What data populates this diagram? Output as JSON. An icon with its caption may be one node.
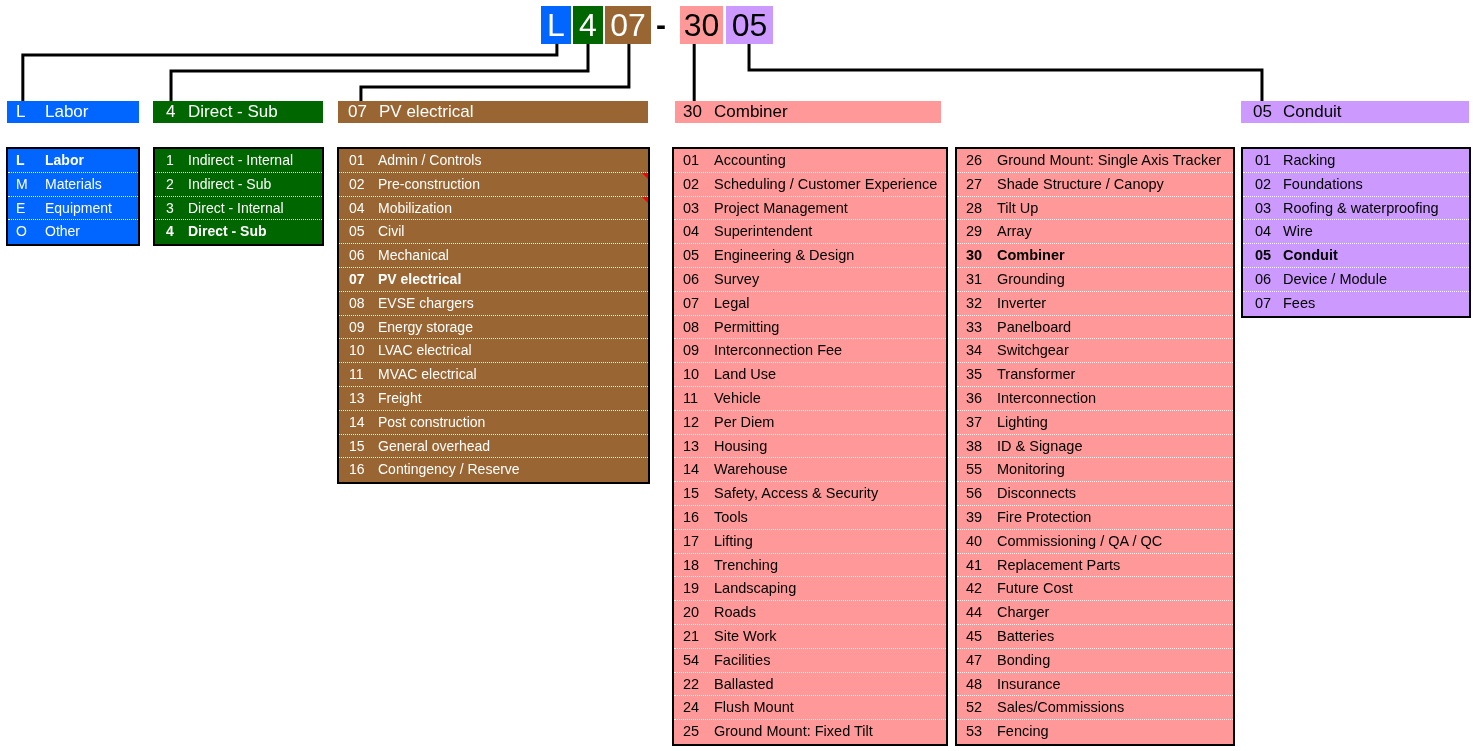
{
  "diagram": {
    "nodes": [
      {
        "text": [
          "L"
        ]
      },
      {
        "text": [
          "4"
        ]
      },
      {
        "text": [
          "07"
        ]
      },
      {
        "text": [
          "30"
        ]
      },
      {
        "text": [
          "05"
        ]
      },
      {
        "text": [
          "L",
          "Labor"
        ]
      },
      {
        "text": [
          "4",
          "Direct - Sub"
        ]
      },
      {
        "text": [
          "07",
          "PV electrical"
        ]
      },
      {
        "text": [
          "30",
          "Combiner"
        ]
      },
      {
        "text": [
          "05",
          "Conduit"
        ]
      },
      {
        "text": [],
        "shape": "box"
      },
      {
        "text": [
          "L",
          "Labor"
        ],
        "in": 10
      },
      {
        "text": [
          "M",
          "Materials"
        ],
        "in": 10
      },
      {
        "text": [
          "E",
          "Equipment"
        ],
        "in": 10
      },
      {
        "text": [
          "O",
          "Other"
        ],
        "in": 10
      },
      {
        "text": [],
        "shape": "box"
      },
      {
        "text": [
          "1",
          "Indirect - Internal"
        ],
        "in": 15
      },
      {
        "text": [
          "2",
          "Indirect - Sub"
        ],
        "in": 15
      },
      {
        "text": [
          "3",
          "Direct - Internal"
        ],
        "in": 15
      },
      {
        "text": [
          "4",
          "Direct - Sub"
        ],
        "in": 15
      },
      {
        "text": [],
        "shape": "box"
      },
      {
        "text": [
          "01",
          "Admin / Controls"
        ],
        "in": 20
      },
      {
        "text": [
          "02",
          "Pre-construction"
        ],
        "in": 20
      },
      {
        "text": [
          "04",
          "Mobilization"
        ],
        "in": 20
      },
      {
        "text": [
          "05",
          "Civil"
        ],
        "in": 20
      },
      {
        "text": [
          "06",
          "Mechanical"
        ],
        "in": 20
      },
      {
        "text": [
          "07",
          "PV electrical"
        ],
        "in": 20
      },
      {
        "text": [
          "08",
          "EVSE chargers"
        ],
        "in": 20
      },
      {
        "text": [
          "09",
          "Energy storage"
        ],
        "in": 20
      },
      {
        "text": [
          "10",
          "LVAC electrical"
        ],
        "in": 20
      },
      {
        "text": [
          "11",
          "MVAC electrical"
        ],
        "in": 20
      },
      {
        "text": [
          "13",
          "Freight"
        ],
        "in": 20
      },
      {
        "text": [
          "14",
          "Post construction"
        ],
        "in": 20
      },
      {
        "text": [
          "15",
          "General overhead"
        ],
        "in": 20
      },
      {
        "text": [
          "16",
          "Contingency / Reserve"
        ],
        "in": 20
      },
      {
        "text": [],
        "shape": "box"
      },
      {
        "text": [
          "01",
          "Accounting"
        ],
        "in": 35
      },
      {
        "text": [
          "02",
          "Scheduling / Customer Experience"
        ],
        "in": 35
      },
      {
        "text": [
          "03",
          "Project Management"
        ],
        "in": 35
      },
      {
        "text": [
          "04",
          "Superintendent"
        ],
        "in": 35
      },
      {
        "text": [
          "05",
          "Engineering & Design"
        ],
        "in": 35
      },
      {
        "text": [
          "06",
          "Survey"
        ],
        "in": 35
      },
      {
        "text": [
          "07",
          "Legal"
        ],
        "in": 35
      },
      {
        "text": [
          "08",
          "Permitting"
        ],
        "in": 35
      },
      {
        "text": [
          "09",
          "Interconnection Fee"
        ],
        "in": 35
      },
      {
        "text": [
          "10",
          "Land Use"
        ],
        "in": 35
      },
      {
        "text": [
          "11",
          "Vehicle"
        ],
        "in": 35
      },
      {
        "text": [
          "12",
          "Per Diem"
        ],
        "in": 35
      },
      {
        "text": [
          "13",
          "Housing"
        ],
        "in": 35
      },
      {
        "text": [
          "14",
          "Warehouse"
        ],
        "in": 35
      },
      {
        "text": [
          "15",
          "Safety, Access & Security"
        ],
        "in": 35
      },
      {
        "text": [
          "16",
          "Tools"
        ],
        "in": 35
      },
      {
        "text": [
          "17",
          "Lifting"
        ],
        "in": 35
      },
      {
        "text": [
          "18",
          "Trenching"
        ],
        "in": 35
      },
      {
        "text": [
          "19",
          "Landscaping"
        ],
        "in": 35
      },
      {
        "text": [
          "20",
          "Roads"
        ],
        "in": 35
      },
      {
        "text": [
          "21",
          "Site Work"
        ],
        "in": 35
      },
      {
        "text": [
          "54",
          "Facilities"
        ],
        "in": 35
      },
      {
        "text": [
          "22",
          "Ballasted"
        ],
        "in": 35
      },
      {
        "text": [
          "24",
          "Flush Mount"
        ],
        "in": 35
      },
      {
        "text": [
          "25",
          "Ground Mount: Fixed Tilt"
        ],
        "in": 35
      },
      {
        "text": [],
        "shape": "box"
      },
      {
        "text": [
          "26",
          "Ground Mount: Single Axis Tracker"
        ],
        "in": 61
      },
      {
        "text": [
          "27",
          "Shade Structure / Canopy"
        ],
        "in": 61
      },
      {
        "text": [
          "28",
          "Tilt Up"
        ],
        "in": 61
      },
      {
        "text": [
          "29",
          "Array"
        ],
        "in": 61
      },
      {
        "text": [
          "30",
          "Combiner"
        ],
        "in": 61
      },
      {
        "text": [
          "31",
          "Grounding"
        ],
        "in": 61
      },
      {
        "text": [
          "32",
          "Inverter"
        ],
        "in": 61
      },
      {
        "text": [
          "33",
          "Panelboard"
        ],
        "in": 61
      },
      {
        "text": [
          "34",
          "Switchgear"
        ],
        "in": 61
      },
      {
        "text": [
          "35",
          "Transformer"
        ],
        "in": 61
      },
      {
        "text": [
          "36",
          "Interconnection"
        ],
        "in": 61
      },
      {
        "text": [
          "37",
          "Lighting"
        ],
        "in": 61
      },
      {
        "text": [
          "38",
          "ID & Signage"
        ],
        "in": 61
      },
      {
        "text": [
          "55",
          "Monitoring"
        ],
        "in": 61
      },
      {
        "text": [
          "56",
          "Disconnects"
        ],
        "in": 61
      },
      {
        "text": [
          "39",
          "Fire Protection"
        ],
        "in": 61
      },
      {
        "text": [
          "40",
          "Commissioning / QA / QC"
        ],
        "in": 61
      },
      {
        "text": [
          "41",
          "Replacement Parts"
        ],
        "in": 61
      },
      {
        "text": [
          "42",
          "Future Cost"
        ],
        "in": 61
      },
      {
        "text": [
          "44",
          "Charger"
        ],
        "in": 61
      },
      {
        "text": [
          "45",
          "Batteries"
        ],
        "in": 61
      },
      {
        "text": [
          "47",
          "Bonding"
        ],
        "in": 61
      },
      {
        "text": [
          "48",
          "Insurance"
        ],
        "in": 61
      },
      {
        "text": [
          "52",
          "Sales/Commissions"
        ],
        "in": 61
      },
      {
        "text": [
          "53",
          "Fencing"
        ],
        "in": 61
      },
      {
        "text": [],
        "shape": "box"
      },
      {
        "text": [
          "01",
          "Racking"
        ],
        "in": 87
      },
      {
        "text": [
          "02",
          "Foundations"
        ],
        "in": 87
      },
      {
        "text": [
          "03",
          "Roofing & waterproofing"
        ],
        "in": 87
      },
      {
        "text": [
          "04",
          "Wire"
        ],
        "in": 87
      },
      {
        "text": [
          "05",
          "Conduit"
        ],
        "in": 87
      },
      {
        "text": [
          "06",
          "Device / Module"
        ],
        "in": 87
      },
      {
        "text": [
          "07",
          "Fees"
        ],
        "in": 87
      }
    ],
    "edges": [
      {
        "from": 0,
        "to": 5,
        "arrow": "none"
      },
      {
        "from": 1,
        "to": 6,
        "arrow": "none"
      },
      {
        "from": 2,
        "to": 7,
        "arrow": "none"
      },
      {
        "from": 3,
        "to": 8,
        "arrow": "none"
      },
      {
        "from": 4,
        "to": 9,
        "arrow": "none"
      }
    ],
    "labels": [
      "-"
    ]
  }
}
